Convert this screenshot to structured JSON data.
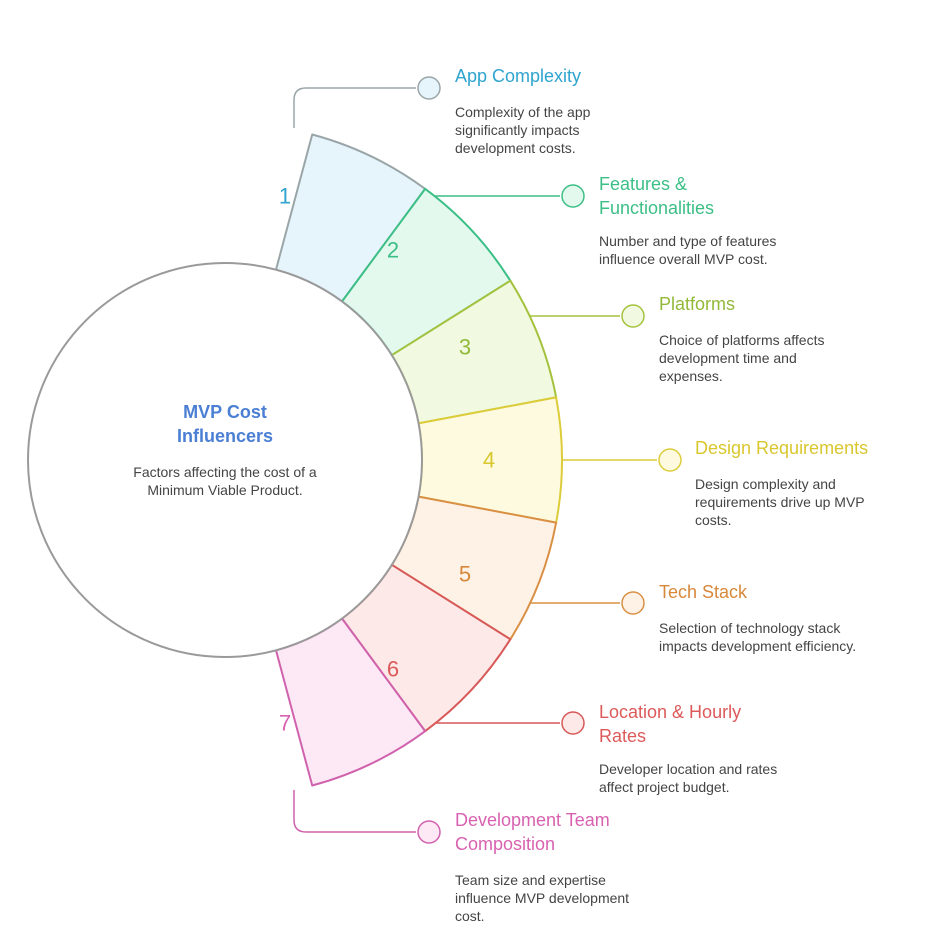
{
  "center": {
    "title": "MVP Cost Influencers",
    "title_line1": "MVP Cost",
    "title_line2": "Influencers",
    "description": "Factors affecting the cost of a Minimum Viable Product."
  },
  "items": [
    {
      "number": "1",
      "title": "App Complexity",
      "description": "Complexity of the app significantly impacts development costs.",
      "color": "#2fa4cf",
      "fill": "#e6f5fc",
      "stroke": "#9aa5a8"
    },
    {
      "number": "2",
      "title": "Features & Functionalities",
      "description": "Number and type of features influence overall MVP cost.",
      "color": "#3cbf86",
      "fill": "#e3f9ee",
      "stroke": "#3cbf86"
    },
    {
      "number": "3",
      "title": "Platforms",
      "description": "Choice of platforms affects development time and expenses.",
      "color": "#93b93a",
      "fill": "#f1fae0",
      "stroke": "#a4c23e"
    },
    {
      "number": "4",
      "title": "Design Requirements",
      "description": "Design complexity and requirements drive up MVP costs.",
      "color": "#d9c72e",
      "fill": "#fdfadf",
      "stroke": "#dccc3a"
    },
    {
      "number": "5",
      "title": "Tech Stack",
      "description": "Selection of technology stack impacts development efficiency.",
      "color": "#d8883a",
      "fill": "#fef2e6",
      "stroke": "#d99045"
    },
    {
      "number": "6",
      "title": "Location & Hourly Rates",
      "description": "Developer location and rates affect project budget.",
      "color": "#dd5a5a",
      "fill": "#fde9e8",
      "stroke": "#d75959"
    },
    {
      "number": "7",
      "title": "Development Team Composition",
      "description": "Team size and expertise influence MVP development cost.",
      "color": "#d862b0",
      "fill": "#fde8f5",
      "stroke": "#d062ad"
    }
  ]
}
